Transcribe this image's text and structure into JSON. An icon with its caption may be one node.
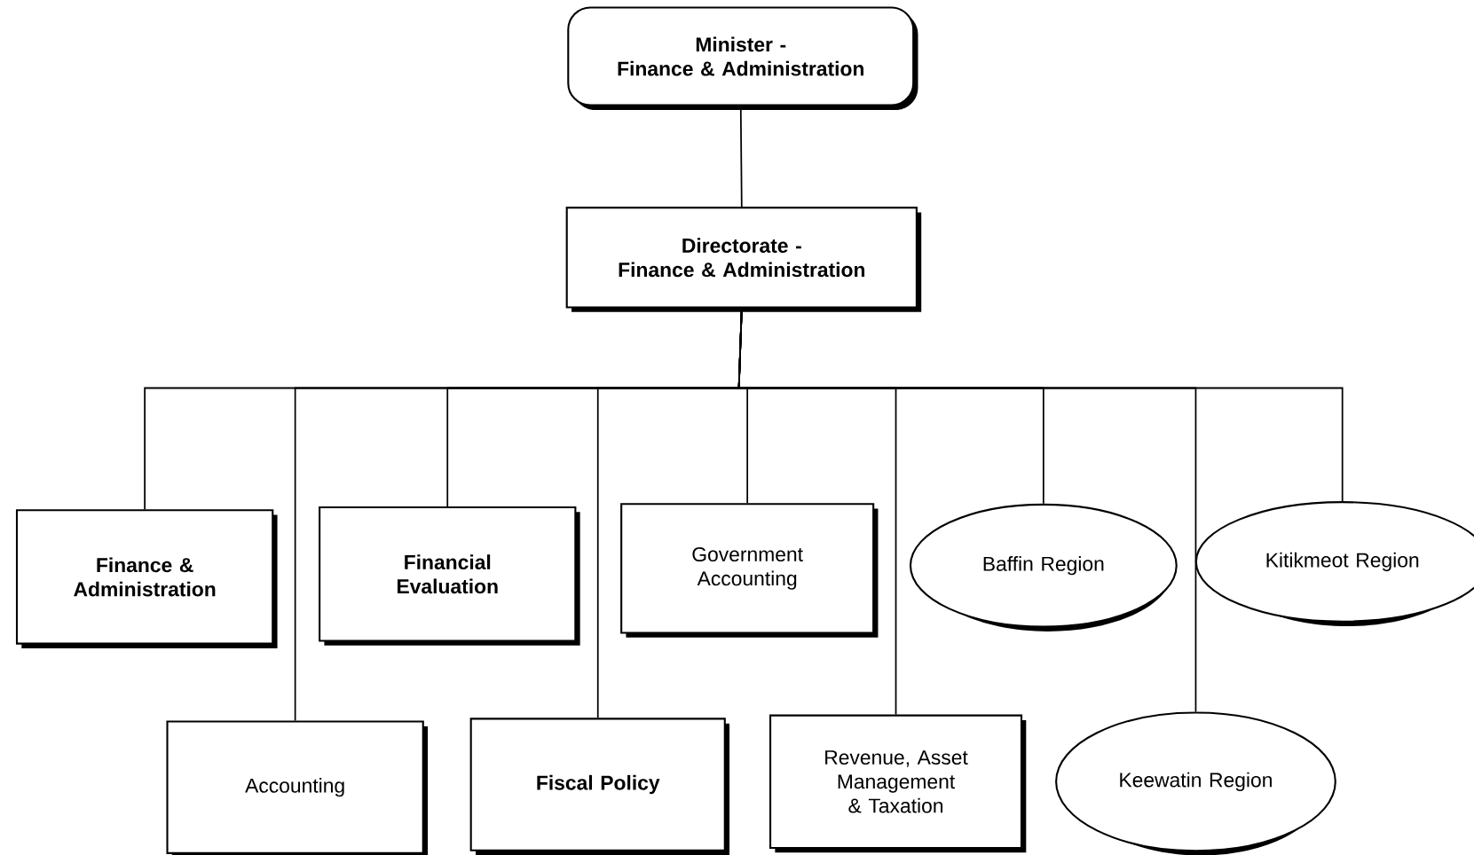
{
  "diagram": {
    "nodes": [
      {
        "text": [
          "Minister -",
          "Finance & Administration"
        ]
      },
      {
        "text": [
          "Directorate -",
          "Finance & Administration"
        ]
      },
      {
        "text": [
          "Finance & Administration"
        ]
      },
      {
        "text": [
          "Financial Evaluation"
        ]
      },
      {
        "text": [
          "Government Accounting"
        ]
      },
      {
        "text": [
          "Baffin Region"
        ]
      },
      {
        "text": [
          "Kitikmeot Region"
        ]
      },
      {
        "text": [
          "Accounting"
        ]
      },
      {
        "text": [
          "Fiscal Policy"
        ]
      },
      {
        "text": [
          "Revenue, Asset Management & Taxation"
        ]
      },
      {
        "text": [
          "Keewatin Region"
        ]
      }
    ],
    "edges": [
      {
        "from": 0,
        "to": 1,
        "arrow": "none"
      },
      {
        "from": 1,
        "to": 2,
        "arrow": "none"
      },
      {
        "from": 1,
        "to": 7,
        "arrow": "none"
      },
      {
        "from": 1,
        "to": 3,
        "arrow": "none"
      },
      {
        "from": 1,
        "to": 8,
        "arrow": "none"
      },
      {
        "from": 1,
        "to": 4,
        "arrow": "none"
      },
      {
        "from": 1,
        "to": 9,
        "arrow": "none"
      },
      {
        "from": 1,
        "to": 5,
        "arrow": "none"
      },
      {
        "from": 1,
        "to": 10,
        "arrow": "none"
      },
      {
        "from": 1,
        "to": 6,
        "arrow": "none"
      }
    ]
  }
}
